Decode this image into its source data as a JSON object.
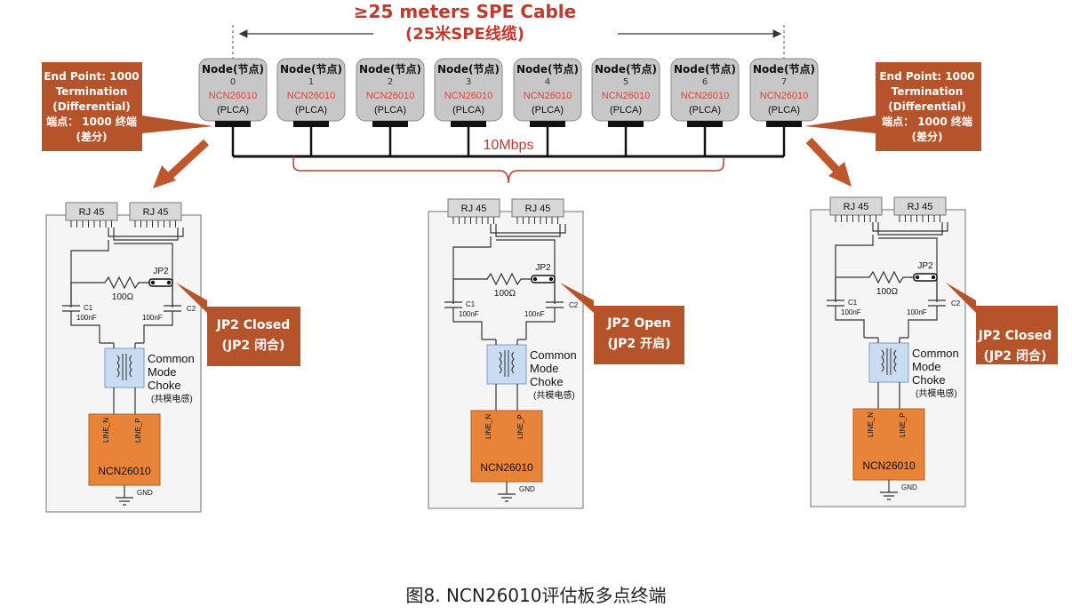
{
  "cable": {
    "title_line1": "≥25 meters SPE Cable",
    "title_line2": "(25米SPE线缆)"
  },
  "nodes": [
    {
      "label": "Node(节点)",
      "index": "0",
      "chip": "NCN26010",
      "mode": "(PLCA)"
    },
    {
      "label": "Node(节点)",
      "index": "1",
      "chip": "NCN26010",
      "mode": "(PLCA)"
    },
    {
      "label": "Node(节点)",
      "index": "2",
      "chip": "NCN26010",
      "mode": "(PLCA)"
    },
    {
      "label": "Node(节点)",
      "index": "3",
      "chip": "NCN26010",
      "mode": "(PLCA)"
    },
    {
      "label": "Node(节点)",
      "index": "4",
      "chip": "NCN26010",
      "mode": "(PLCA)"
    },
    {
      "label": "Node(节点)",
      "index": "5",
      "chip": "NCN26010",
      "mode": "(PLCA)"
    },
    {
      "label": "Node(节点)",
      "index": "6",
      "chip": "NCN26010",
      "mode": "(PLCA)"
    },
    {
      "label": "Node(节点)",
      "index": "7",
      "chip": "NCN26010",
      "mode": "(PLCA)"
    }
  ],
  "speed_label": "10Mbps",
  "endpoint_left": {
    "lines": [
      "End Point: 1000",
      "Termination",
      "(Differential)",
      "端点： 1000 终端",
      "(差分)"
    ]
  },
  "endpoint_right": {
    "lines": [
      "End Point: 1000",
      "Termination",
      "(Differential)",
      "端点： 1000 终端",
      "(差分)"
    ]
  },
  "schematic": {
    "rj45": "RJ 45",
    "jp2": "JP2",
    "resistor": "100Ω",
    "c1": "C1",
    "c2": "C2",
    "cap_value": "100nF",
    "choke_lines": [
      "Common",
      "Mode",
      "Choke"
    ],
    "choke_cn": "(共模电感)",
    "chip": "NCN26010",
    "pin_n": "LINE_N",
    "pin_p": "LINE_P",
    "gnd": "GND"
  },
  "boards": [
    {
      "jp_state_line1": "JP2  Closed",
      "jp_state_line2": "(JP2 闭合)"
    },
    {
      "jp_state_line1": "JP2  Open",
      "jp_state_line2": "(JP2 开启)"
    },
    {
      "jp_state_line1": "JP2  Closed",
      "jp_state_line2": "(JP2 闭合)"
    }
  ],
  "caption": "图8. NCN26010评估板多点终端",
  "colors": {
    "callout": "#b5532a",
    "accent_red": "#c0392b",
    "node_fill": "#c7c7c7",
    "chip_fill": "#e8843a",
    "choke_fill": "#c9dcf2"
  }
}
